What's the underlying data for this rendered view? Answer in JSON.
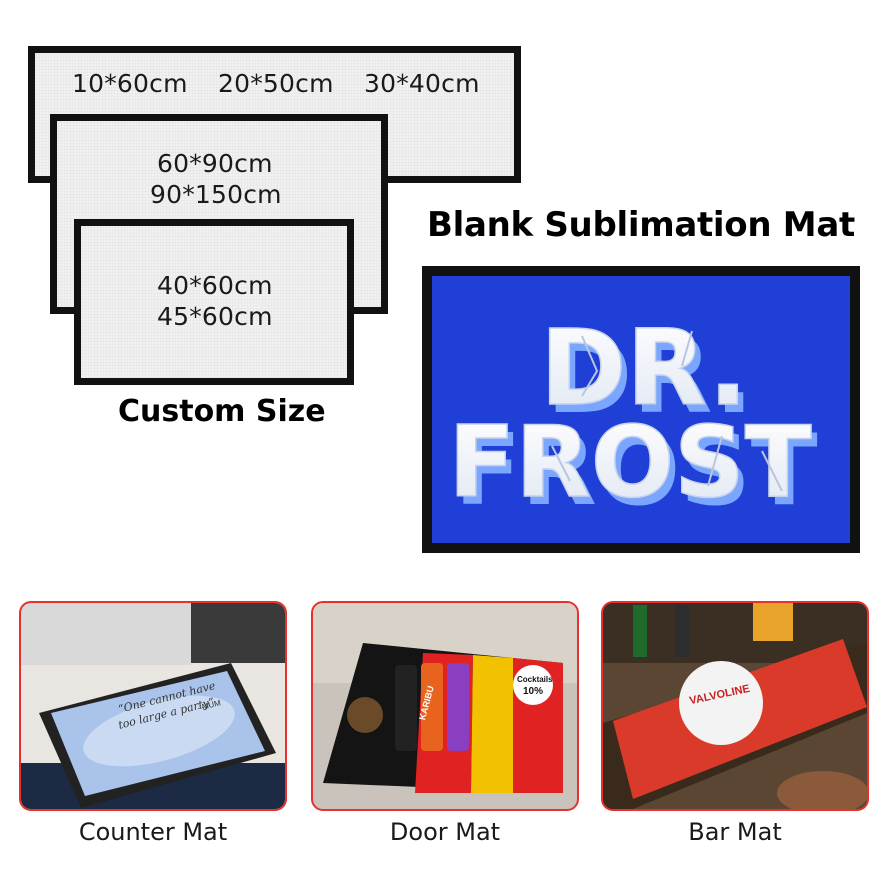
{
  "custom_size": {
    "sizes_top": [
      "10*60cm",
      "20*50cm",
      "30*40cm"
    ],
    "sizes_middle": [
      "60*90cm",
      "90*150cm"
    ],
    "sizes_bottom": [
      "40*60cm",
      "45*60cm"
    ],
    "label": "Custom Size"
  },
  "sublimation": {
    "title": "Blank Sublimation Mat",
    "mat_text_line1": "DR.",
    "mat_text_line2": "FROST",
    "mat_color": "#1f3fd6"
  },
  "examples": [
    {
      "caption": "Counter Mat",
      "quote_line1": "“One cannot have",
      "quote_line2": "too large a party”",
      "quote_author": "- MUM"
    },
    {
      "caption": "Door Mat",
      "brand": "KARIBU",
      "badge_line1": "Cocktails",
      "badge_line2": "10%"
    },
    {
      "caption": "Bar Mat",
      "brand": "VALVOLINE"
    }
  ],
  "colors": {
    "card_border": "#e8302f",
    "mat_border": "#111111"
  }
}
